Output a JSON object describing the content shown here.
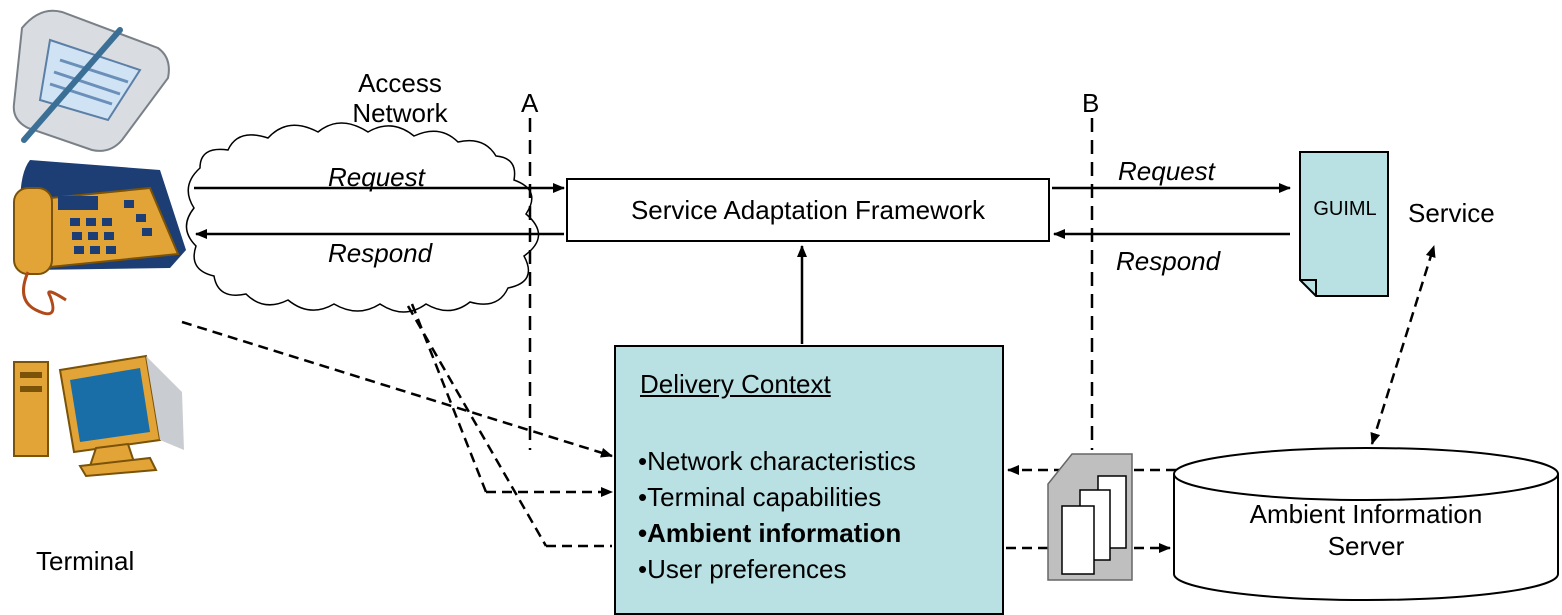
{
  "labels": {
    "access_network": "Access\nNetwork",
    "line_a": "A",
    "line_b": "B",
    "request_left": "Request",
    "respond_left": "Respond",
    "request_right": "Request",
    "respond_right": "Respond",
    "terminal": "Terminal",
    "service": "Service",
    "guiml": "GUIML"
  },
  "saf": {
    "label": "Service Adaptation Framework"
  },
  "delivery_context": {
    "title": "Delivery Context",
    "items": [
      {
        "text": "•Network characteristics",
        "bold": false
      },
      {
        "text": "•Terminal capabilities",
        "bold": false
      },
      {
        "text": "•Ambient information",
        "bold": true
      },
      {
        "text": "•User preferences",
        "bold": false
      }
    ]
  },
  "ambient_server": {
    "label": "Ambient Information\nServer"
  },
  "icons": [
    "pda-icon",
    "desk-phone-icon",
    "desktop-computer-icon",
    "cloud-icon",
    "document-icon",
    "document-stack-icon",
    "database-cylinder-icon"
  ],
  "colors": {
    "box_fill": "#b9e0e2",
    "phone": "#e0a02a",
    "screen": "#1a6ea8"
  }
}
